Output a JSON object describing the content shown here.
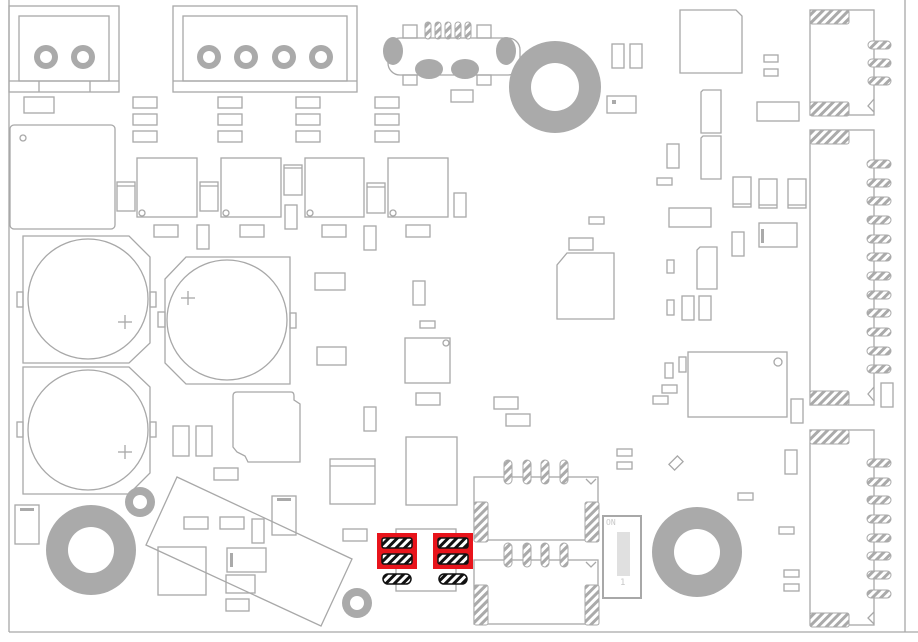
{
  "view": {
    "type": "pcb-silkscreen-layout",
    "colors": {
      "background": "#ffffff",
      "outline": "#a8a8a8",
      "fill": "#aaaaaa",
      "selected": "#e8141b",
      "pad_dark": "#111111",
      "switch_fill": "#e0e0e0",
      "switch_text": "#c8c8c8"
    }
  },
  "dip_switch": {
    "on_label": "ON",
    "position_label": "1"
  },
  "selection": {
    "selected_pads": 4,
    "unselected_pads": 2
  }
}
